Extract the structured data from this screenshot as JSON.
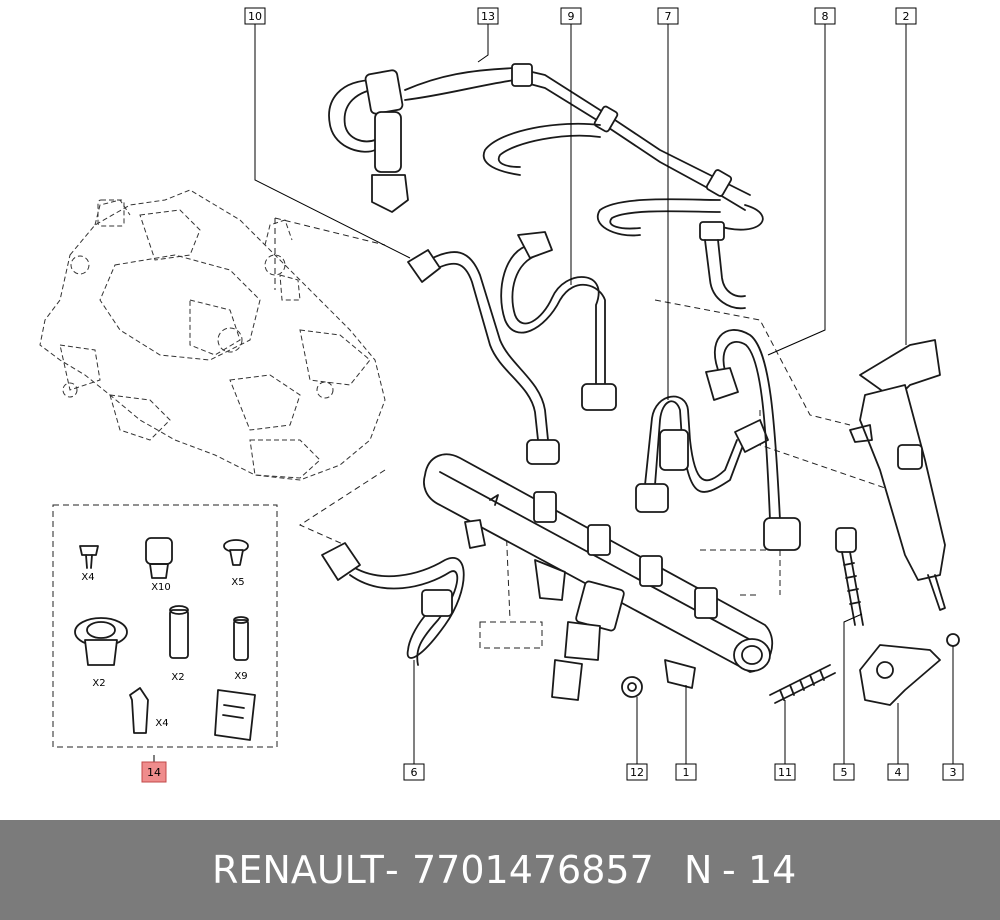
{
  "callouts": [
    {
      "id": "10",
      "label": "10"
    },
    {
      "id": "13",
      "label": "13"
    },
    {
      "id": "9",
      "label": "9"
    },
    {
      "id": "7",
      "label": "7"
    },
    {
      "id": "8",
      "label": "8"
    },
    {
      "id": "2",
      "label": "2"
    },
    {
      "id": "14",
      "label": "14",
      "highlighted": true
    },
    {
      "id": "6",
      "label": "6"
    },
    {
      "id": "12",
      "label": "12"
    },
    {
      "id": "1",
      "label": "1"
    },
    {
      "id": "11",
      "label": "11"
    },
    {
      "id": "5",
      "label": "5"
    },
    {
      "id": "4",
      "label": "4"
    },
    {
      "id": "3",
      "label": "3"
    }
  ],
  "kit_quantities": {
    "cap": "X4",
    "nut": "X10",
    "plug": "X5",
    "grommet": "X2",
    "spacer": "X2",
    "pin": "X9",
    "clip": "X4"
  },
  "footer": {
    "brand": "RENAULT",
    "separator": "-",
    "part_number": "7701476857",
    "ref_prefix": "N",
    "ref_number": "14"
  },
  "colors": {
    "footer_bg": "#7b7b7b",
    "highlight": "#ef8c8c"
  }
}
